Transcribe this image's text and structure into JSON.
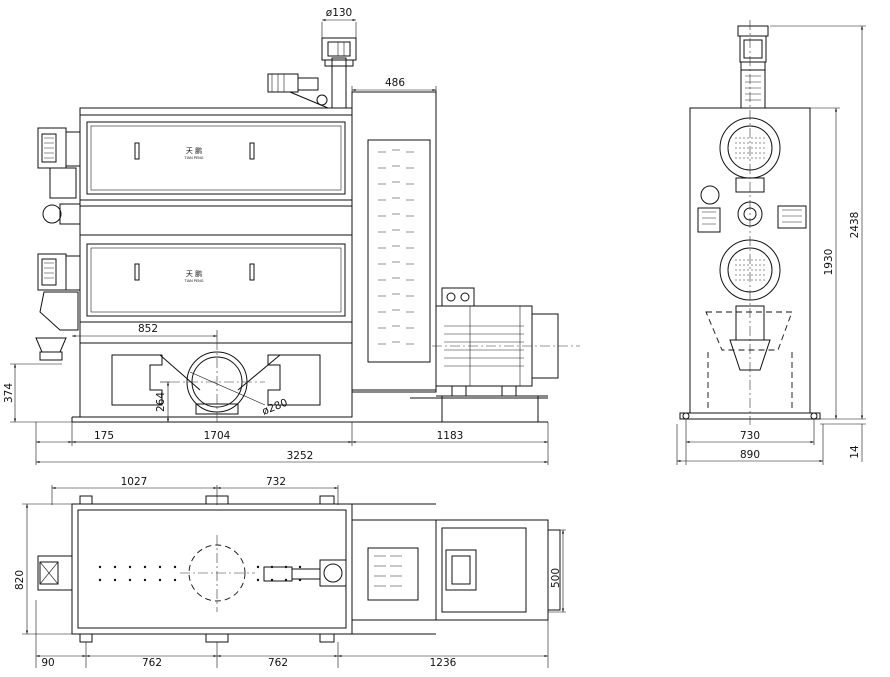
{
  "dimensions": {
    "d130": "ø130",
    "d486": "486",
    "d852": "852",
    "d374": "374",
    "d264": "264",
    "d280": "ø280",
    "d175": "175",
    "d1704": "1704",
    "d1183": "1183",
    "d3252": "3252",
    "d2438": "2438",
    "d1930": "1930",
    "d730": "730",
    "d890": "890",
    "d14": "14",
    "d1027": "1027",
    "d732": "732",
    "d820": "820",
    "d500": "500",
    "d90": "90",
    "d762a": "762",
    "d762b": "762",
    "d1236": "1236"
  },
  "brand": {
    "logo_top": "天 鹏",
    "logo_top_sub": "TIAN PENG",
    "logo_mid": "天 鹏",
    "logo_mid_sub": "TIAN PENG"
  }
}
